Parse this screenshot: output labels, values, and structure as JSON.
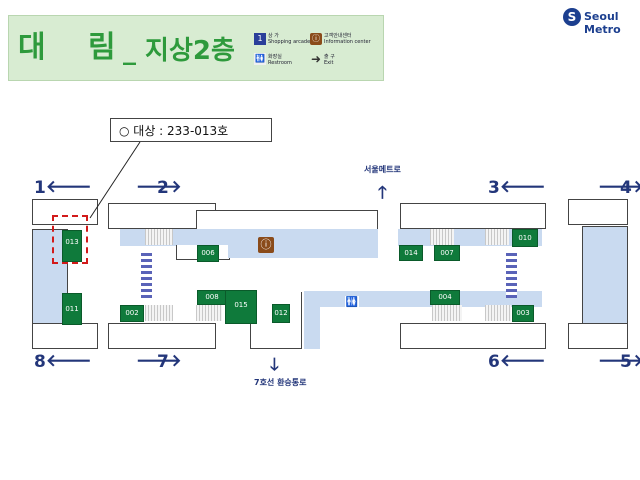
{
  "header": {
    "title_main": "대 림",
    "title_sub": "_ 지상2층",
    "legend": [
      {
        "icon": "shopping-arcade-icon",
        "code": "1",
        "label_ko": "상 가",
        "label_en": "Shopping arcade",
        "color": "#2a3f9a"
      },
      {
        "icon": "information-center-icon",
        "code": "ⓘ",
        "label_ko": "고객안내센터",
        "label_en": "Information center",
        "color": "#8a4b1a"
      },
      {
        "icon": "restroom-icon",
        "code": "🚻",
        "label_ko": "화장실",
        "label_en": "Restroom",
        "color": "#2a3f9a"
      },
      {
        "icon": "exit-arrow-icon",
        "code": "➜",
        "label_ko": "출 구",
        "label_en": "Exit",
        "color": "#333333"
      }
    ]
  },
  "logo": {
    "mark": "S",
    "text": "Seoul Metro"
  },
  "callout": {
    "text": "○ 대상 : 233-013호"
  },
  "destinations": {
    "top": "서울메트로",
    "bottom": "7호선 환승통로"
  },
  "exits": {
    "e1": "1",
    "e2": "2",
    "e3": "3",
    "e4": "4",
    "e5": "5",
    "e6": "6",
    "e7": "7",
    "e8": "8"
  },
  "shops": {
    "s013": "013",
    "s011": "011",
    "s002": "002",
    "s006": "006",
    "s008": "008",
    "s015": "015",
    "s012": "012",
    "s014": "014",
    "s007": "007",
    "s010": "010",
    "s004": "004",
    "s003": "003"
  },
  "colors": {
    "accent_green": "#2e9a3c",
    "shop_green": "#0f7a3b",
    "navy": "#23367a",
    "highlight_red": "#d21a1a"
  }
}
